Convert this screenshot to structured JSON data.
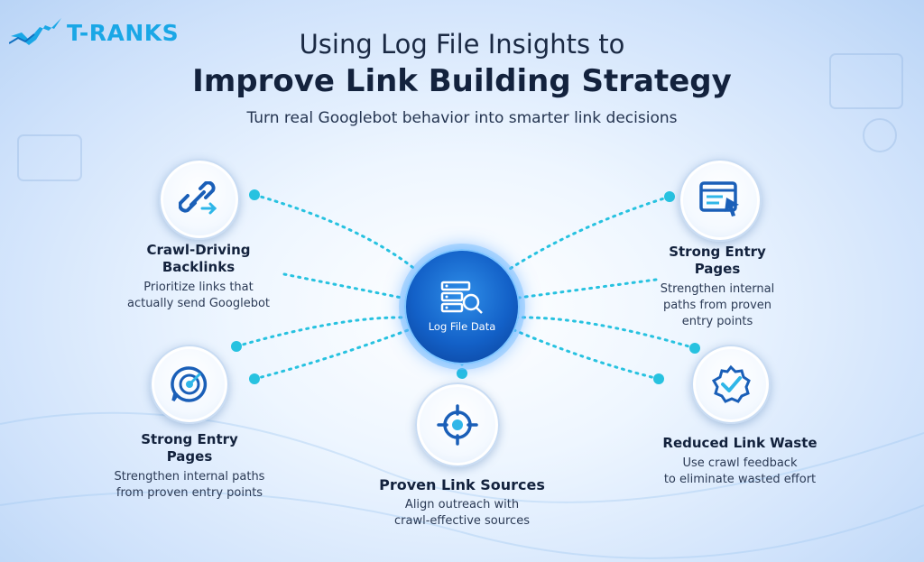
{
  "brand": {
    "logo_text": "T-RANKS"
  },
  "header": {
    "title_line1": "Using Log File Insights to",
    "title_line2": "Improve Link Building Strategy",
    "subtitle": "Turn real Googlebot behavior into smarter link decisions"
  },
  "hub": {
    "label": "Log File Data",
    "icon": "log-file-search-icon"
  },
  "nodes": [
    {
      "icon": "link-arrow-icon",
      "title": "Crawl-Driving Backlinks",
      "title_l1": "Crawl-Driving",
      "title_l2": "Backlinks",
      "desc_l1": "Prioritize links that",
      "desc_l2": "actually send Googlebot"
    },
    {
      "icon": "target-chat-icon",
      "title": "Strong Entry Pages",
      "title_l1": "Strong Entry",
      "title_l2": "Pages",
      "desc_l1": "Strengthen internal paths",
      "desc_l2": "from proven entry points"
    },
    {
      "icon": "crosshair-target-icon",
      "title": "Proven Link Sources",
      "desc_l1": "Align outreach with",
      "desc_l2": "crawl-effective sources"
    },
    {
      "icon": "browser-page-icon",
      "title": "Strong Entry Pages",
      "title_l1": "Strong Entry",
      "title_l2": "Pages",
      "desc_l1": "Strengthen internal",
      "desc_l2": "paths from proven",
      "desc_l3": "entry points"
    },
    {
      "icon": "badge-check-icon",
      "title": "Reduced Link Waste",
      "desc_l1": "Use crawl feedback",
      "desc_l2": "to eliminate wasted effort"
    }
  ],
  "colors": {
    "accent": "#1aa7e6",
    "hub": "#1361c8",
    "dot": "#27c2e0",
    "title": "#13223d"
  }
}
